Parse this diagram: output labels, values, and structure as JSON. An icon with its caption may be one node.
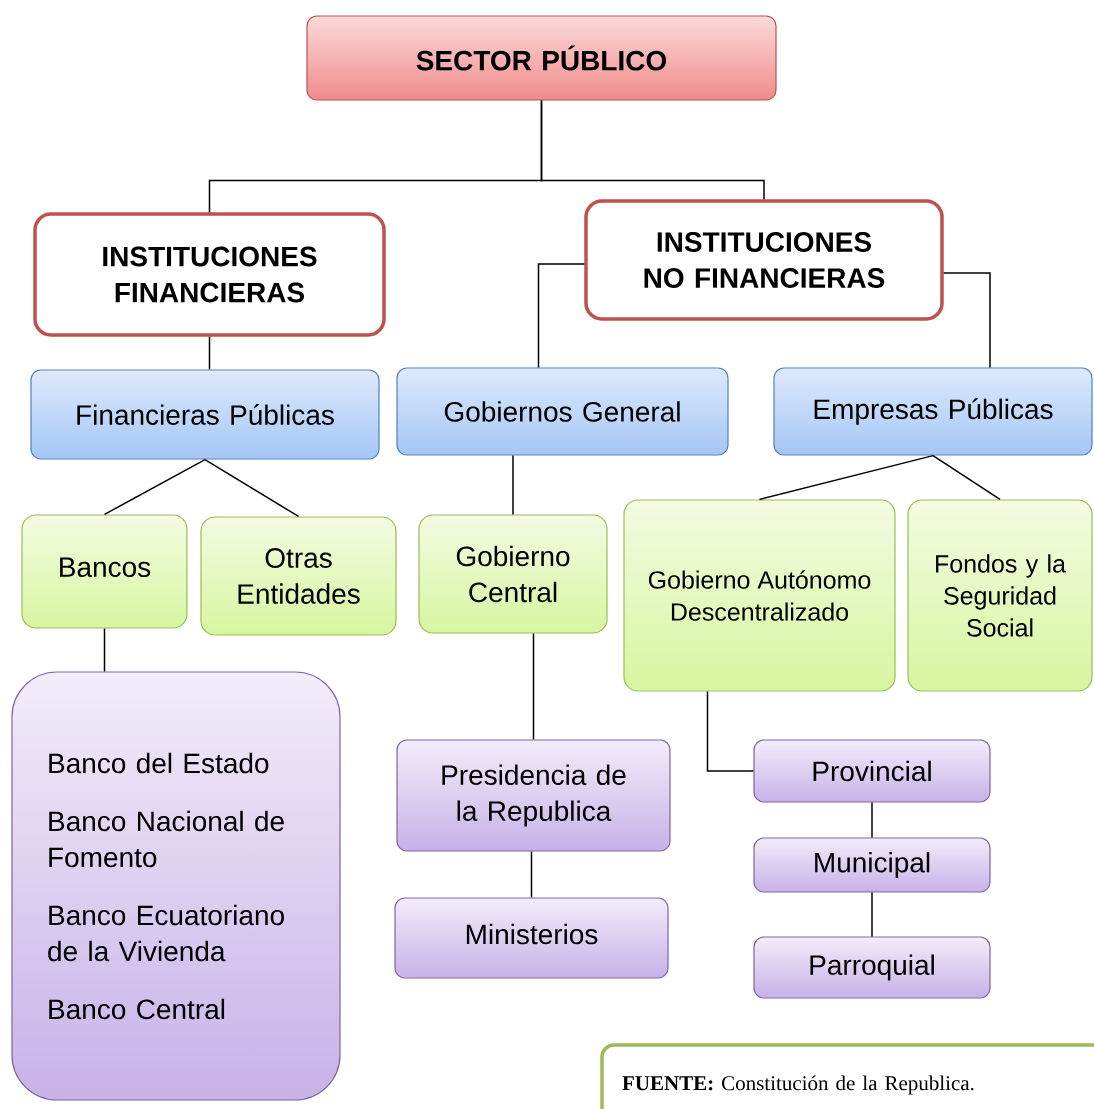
{
  "diagram": {
    "nodes": [
      {
        "text": [
          "SECTOR PÚBLICO"
        ]
      },
      {
        "text": [
          "INSTITUCIONES FINANCIERAS"
        ]
      },
      {
        "text": [
          "INSTITUCIONES NO FINANCIERAS"
        ]
      },
      {
        "text": [
          "Financieras Públicas"
        ]
      },
      {
        "text": [
          "Gobiernos General"
        ]
      },
      {
        "text": [
          "Empresas Públicas"
        ]
      },
      {
        "text": [
          "Bancos"
        ]
      },
      {
        "text": [
          "Otras Entidades"
        ]
      },
      {
        "text": [
          "Gobierno Central"
        ]
      },
      {
        "text": [
          "Gobierno Autónomo Descentralizado"
        ]
      },
      {
        "text": [
          "Fondos y la Seguridad Social"
        ]
      },
      {
        "text": [
          "Banco del Estado",
          "Banco Nacional de Fomento",
          "Banco Ecuatoriano de la Vivienda",
          "Banco Central"
        ]
      },
      {
        "text": [
          "Presidencia de la Republica"
        ]
      },
      {
        "text": [
          "Ministerios"
        ]
      },
      {
        "text": [
          "Provincial"
        ]
      },
      {
        "text": [
          "Municipal"
        ]
      },
      {
        "text": [
          "Parroquial"
        ]
      },
      {
        "text": [
          "**FUENTE:** Constitución de la Republica."
        ]
      }
    ],
    "edges": [
      {
        "from": 0,
        "to": 1,
        "arrow": "none"
      },
      {
        "from": 0,
        "to": 2,
        "arrow": "none"
      },
      {
        "from": 1,
        "to": 3,
        "arrow": "none"
      },
      {
        "from": 2,
        "to": 4,
        "arrow": "none"
      },
      {
        "from": 2,
        "to": 5,
        "arrow": "none"
      },
      {
        "from": 3,
        "to": 6,
        "arrow": "none"
      },
      {
        "from": 3,
        "to": 7,
        "arrow": "none"
      },
      {
        "from": 4,
        "to": 8,
        "arrow": "none"
      },
      {
        "from": 5,
        "to": 9,
        "arrow": "none"
      },
      {
        "from": 5,
        "to": 10,
        "arrow": "none"
      },
      {
        "from": 6,
        "to": 11,
        "arrow": "none"
      },
      {
        "from": 8,
        "to": 12,
        "arrow": "none"
      },
      {
        "from": 12,
        "to": 13,
        "arrow": "none"
      },
      {
        "from": 9,
        "to": 14,
        "arrow": "none"
      },
      {
        "from": 14,
        "to": 15,
        "arrow": "none"
      },
      {
        "from": 15,
        "to": 16,
        "arrow": "none"
      }
    ]
  }
}
